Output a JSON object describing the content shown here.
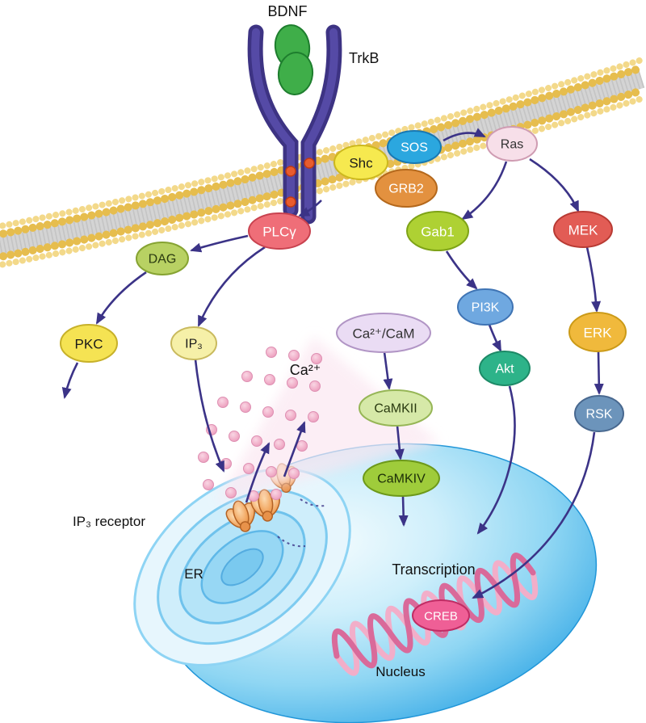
{
  "diagram": {
    "pathway_labels": {
      "bdnf": "BDNF",
      "trkb": "TrkB",
      "ca": "Ca²⁺",
      "ip3_receptor": "IP₃ receptor",
      "er": "ER",
      "transcription": "Transcription",
      "nucleus": "Nucleus"
    },
    "nodes": {
      "shc": {
        "label": "Shc"
      },
      "grb2": {
        "label": "GRB2"
      },
      "sos": {
        "label": "SOS"
      },
      "ras": {
        "label": "Ras"
      },
      "gab1": {
        "label": "Gab1"
      },
      "pi3k": {
        "label": "PI3K"
      },
      "akt": {
        "label": "Akt"
      },
      "mek": {
        "label": "MEK"
      },
      "erk": {
        "label": "ERK"
      },
      "rsk": {
        "label": "RSK"
      },
      "plc_gamma": {
        "label": "PLCγ"
      },
      "dag": {
        "label": "DAG"
      },
      "pkc": {
        "label": "PKC"
      },
      "ip3": {
        "label": "IP₃"
      },
      "ca_cam": {
        "label": "Ca²⁺/CaM"
      },
      "camkii": {
        "label": "CaMKII"
      },
      "camkiv": {
        "label": "CaMKIV"
      },
      "creb": {
        "label": "CREB"
      }
    },
    "colors": {
      "arrow": "#3b3387",
      "membrane_beads": "#e6bd4e",
      "receptor_body": "#3d3383",
      "bdnf_ligand": "#3fae49",
      "nucleus": "#1e96da",
      "er": "#cfeefb",
      "ca_dots": "#f0abc6",
      "dna_front": "#d96a9a",
      "dna_back": "#f2aec9",
      "shc": "#f6e94f",
      "grb2": "#e3913f",
      "sos": "#2ba7df",
      "ras": "#f7dfe9",
      "gab1": "#aed133",
      "pi3k": "#6fa8e0",
      "akt": "#2db389",
      "mek": "#e25c55",
      "erk": "#f0b93c",
      "rsk": "#6c94bb",
      "plc_gamma": "#ef6e78",
      "dag": "#b8d163",
      "pkc": "#f5e353",
      "ip3": "#f6f0a8",
      "ca_cam": "#eadcf4",
      "camkii": "#d6e9a8",
      "camkiv": "#9fcc3b",
      "creb": "#ef5f96"
    },
    "edges": [
      {
        "from": "SOS",
        "to": "Ras"
      },
      {
        "from": "Ras",
        "to": "Gab1"
      },
      {
        "from": "Gab1",
        "to": "PI3K"
      },
      {
        "from": "PI3K",
        "to": "Akt"
      },
      {
        "from": "Akt",
        "to": "Transcription"
      },
      {
        "from": "Ras",
        "to": "MEK"
      },
      {
        "from": "MEK",
        "to": "ERK"
      },
      {
        "from": "ERK",
        "to": "RSK"
      },
      {
        "from": "RSK",
        "to": "CREB"
      },
      {
        "from": "TrkB",
        "to": "PLCγ"
      },
      {
        "from": "PLCγ",
        "to": "DAG"
      },
      {
        "from": "DAG",
        "to": "PKC"
      },
      {
        "from": "PLCγ",
        "to": "IP₃"
      },
      {
        "from": "IP₃",
        "to": "IP₃ receptor"
      },
      {
        "from": "IP₃ receptor",
        "to": "Ca²⁺"
      },
      {
        "from": "Ca²⁺/CaM",
        "to": "CaMKII"
      },
      {
        "from": "CaMKII",
        "to": "CaMKIV"
      },
      {
        "from": "CaMKIV",
        "to": "Transcription"
      }
    ]
  }
}
